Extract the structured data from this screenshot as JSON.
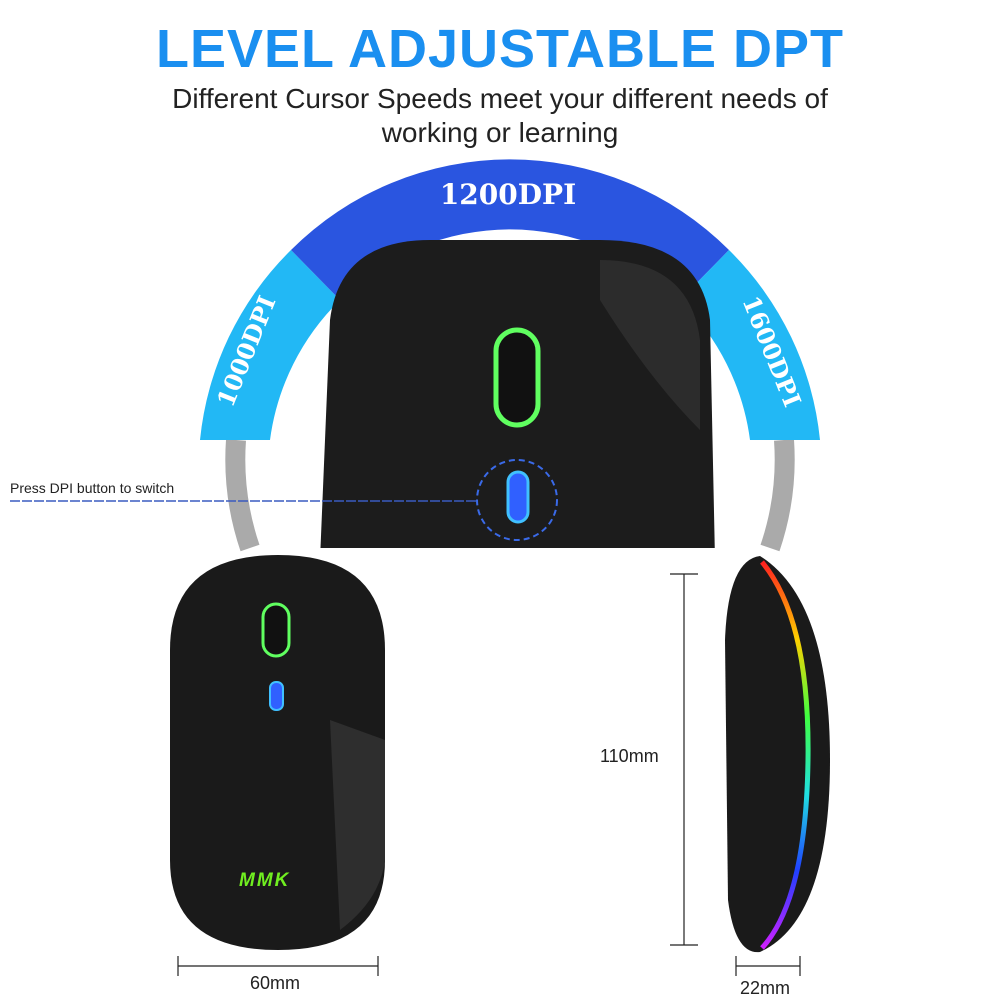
{
  "header": {
    "title": "LEVEL ADJUSTABLE DPT",
    "subtitle_line1": "Different Cursor Speeds meet your different needs of",
    "subtitle_line2": "working or learning"
  },
  "dpi_levels": [
    {
      "label": "1000DPI",
      "color": "#22b8f5"
    },
    {
      "label": "1200DPI",
      "color": "#2a55e0"
    },
    {
      "label": "1600DPI",
      "color": "#22b8f5"
    }
  ],
  "callout": {
    "text": "Press DPI button to switch"
  },
  "logo_text": "MMK",
  "dimensions": {
    "length": "110mm",
    "width": "60mm",
    "height": "22mm"
  }
}
